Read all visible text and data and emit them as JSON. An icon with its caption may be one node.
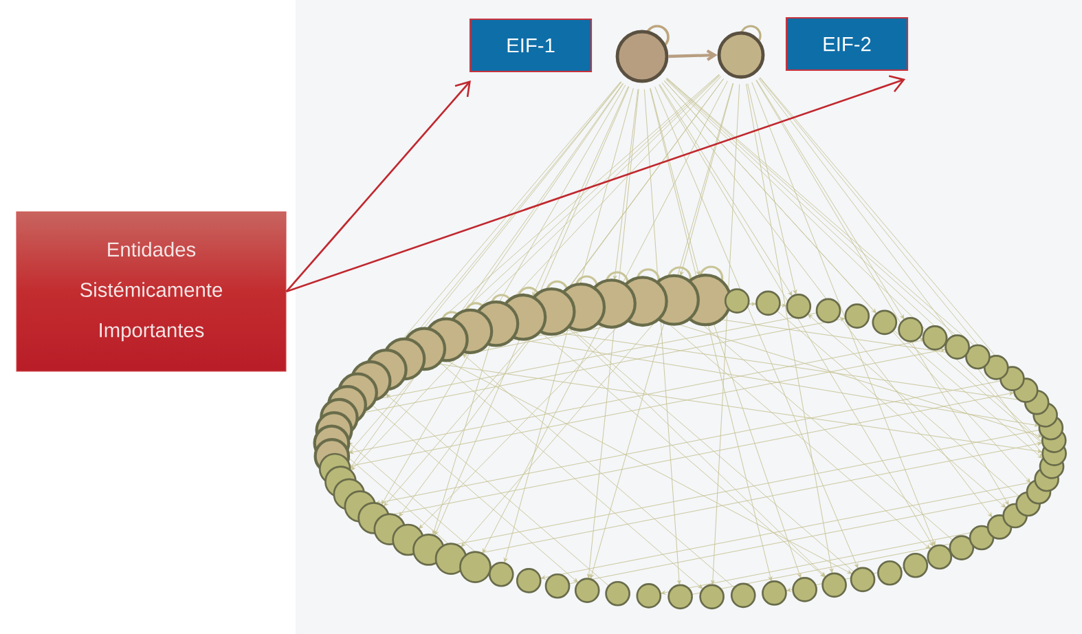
{
  "diagram": {
    "nodes": [
      {
        "text": [
          "Entidades Sistémicamente Importantes"
        ]
      },
      {
        "text": [
          "EIF-1"
        ]
      },
      {
        "text": [
          "EIF-2"
        ]
      },
      {
        "text": [],
        "shape": "circle"
      },
      {
        "text": [],
        "shape": "circle"
      }
    ],
    "edges": [
      {
        "from": 0,
        "to": 1,
        "arrow": "to"
      },
      {
        "from": 0,
        "to": 2,
        "arrow": "to"
      },
      {
        "from": 3,
        "to": 4,
        "arrow": "to",
        "color": "#b89e80"
      }
    ]
  }
}
